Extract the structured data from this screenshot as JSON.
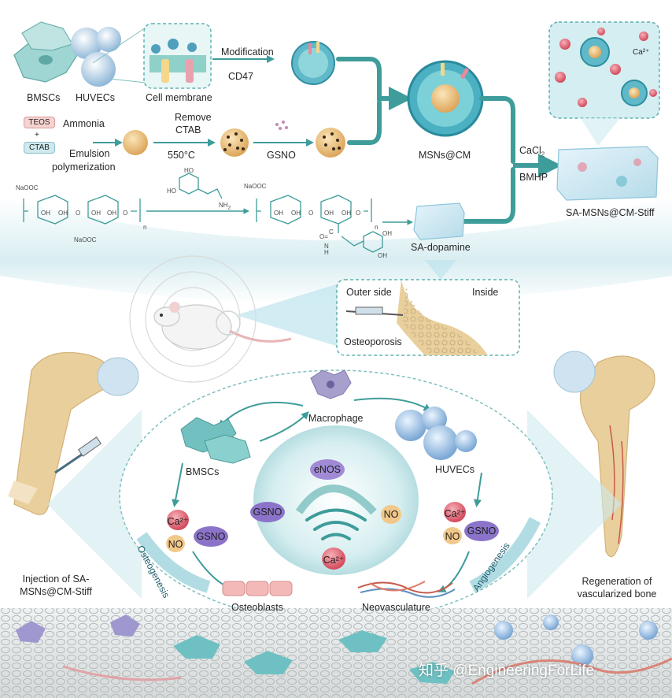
{
  "top": {
    "cells": [
      "BMSCs",
      "HUVECs"
    ],
    "membrane": "Cell membrane",
    "modification": "Modification",
    "cd47": "CD47",
    "teos": "TEOS",
    "ammonia": "Ammonia",
    "plus": "+",
    "ctab": "CTAB",
    "emulsion": "Emulsion",
    "polymerization": "polymerization",
    "remove": "Remove",
    "remove_ctab": "CTAB",
    "temp": "550°C",
    "gsno": "GSNO",
    "msns": "MSNs@CM",
    "cacl2": "CaCl",
    "cacl2_sub": "2",
    "bmhp": "BMHP",
    "ca_top": "Ca²⁺",
    "product": "SA-MSNs@CM-Stiff",
    "sa_dopamine": "SA-dopamine"
  },
  "chem": {
    "naooc": "NaOOC",
    "oh": "OH",
    "o": "O",
    "n": "n",
    "nh2": "NH",
    "nh2_sub": "2",
    "ho": "HO",
    "c": "C",
    "eq_o": "O=",
    "nh": "N",
    "h": "H"
  },
  "mid": {
    "outer": "Outer side",
    "inside": "Inside",
    "osteoporosis": "Osteoporosis"
  },
  "cycle": {
    "macrophage": "Macrophage",
    "bmscs": "BMSCs",
    "huvecs": "HUVECs",
    "enos": "eNOS",
    "gsno_center": "GSNO",
    "no_center": "NO",
    "ca_center": "Ca²⁺",
    "ca_left": "Ca²⁺",
    "no_left": "NO",
    "gsno_left": "GSNO",
    "ca_right": "Ca²⁺",
    "no_right": "NO",
    "gsno_right": "GSNO",
    "osteogenesis": "Osteogenesis",
    "angiogenesis": "Angiogenesis",
    "osteoblasts": "Osteoblasts",
    "neovasculature": "Neovasculature"
  },
  "sides": {
    "injection_l1": "Injection of SA-",
    "injection_l2": "MSNs@CM-Stiff",
    "regen_l1": "Regeneration of",
    "regen_l2": "vascularized bone"
  },
  "watermark": "知乎 @EngineeringForLife",
  "colors": {
    "teal": "#3e9c9a",
    "panel": "#d9eef0",
    "bone": "#e8cf9c",
    "enos": "#a08ad6",
    "gsno": "#8b73c9",
    "ca": "#e06b78",
    "no": "#f2c88a"
  }
}
